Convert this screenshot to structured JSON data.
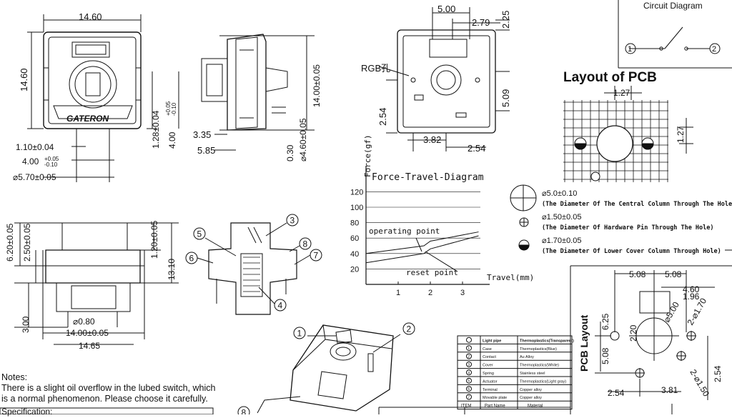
{
  "title_block": {
    "circuit_diagram_title": "Circuit Diagram",
    "layout_pcb_title": "Layout of PCB",
    "pcb_layout_title": "PCB Layout",
    "rgb_label": "RGB孔",
    "brand": "GATERON"
  },
  "front_view": {
    "width": "14.60",
    "height": "14.60",
    "d1": "1.10±0.04",
    "d2": "4.00",
    "d2_tol_up": "+0.05",
    "d2_tol_dn": "-0.10",
    "d3": "⌀5.70±0.05",
    "d4": "1.28±0.04",
    "d5": "4.00",
    "d5_tol_up": "+0.05",
    "d5_tol_dn": "-0.10"
  },
  "side_view": {
    "d1": "3.35",
    "d2": "5.85",
    "d3": "0.30",
    "d4": "⌀4.60±0.05",
    "d5": "14.00±0.05"
  },
  "top_view": {
    "d1": "5.00",
    "d2": "2.79",
    "d3": "2.25",
    "d4": "5.09",
    "d5": "2.54",
    "d6": "3.82",
    "d7": "2.54"
  },
  "bottom_view": {
    "d1": "6.20±0.05",
    "d2": "2.50±0.05",
    "d3": "1.20±0.05",
    "d4": "13.10",
    "d5": "3.00",
    "d6": "⌀0.80",
    "d7": "14.00±0.05",
    "d8": "14.65"
  },
  "pcb_grid": {
    "d1": "1.27",
    "d2": "1.27"
  },
  "hole_legend": [
    {
      "size": "⌀5.0±0.10",
      "desc": "(The Diameter Of The Central Column Through The Hole)"
    },
    {
      "size": "⌀1.50±0.05",
      "desc": "(The Diameter Of Hardware Pin Through The Hole)"
    },
    {
      "size": "⌀1.70±0.05",
      "desc": "(The Diameter Of Lower Cover Column Through Hole)"
    }
  ],
  "pcb_layout": {
    "d1": "5.08",
    "d2": "5.08",
    "d3": "4.60",
    "d4": "1.96",
    "d5": "6.25",
    "d6": "2.20",
    "d7": "⌀5.00",
    "d8": "2-⌀1.70",
    "d9": "5.08",
    "d10": "2.54",
    "d11": "3.81",
    "d12": "2-⌀1.50",
    "d13": "2.54"
  },
  "force_diagram": {
    "title": "Force-Travel-Diagram",
    "ylabel": "Force(gf)",
    "xlabel": "Travel(mm)",
    "operating_label": "operating point",
    "reset_label": "reset point"
  },
  "chart_data": {
    "type": "line",
    "title": "Force-Travel-Diagram",
    "xlabel": "Travel(mm)",
    "ylabel": "Force(gf)",
    "ylim": [
      0,
      120
    ],
    "xlim": [
      0,
      3.5
    ],
    "yticks": [
      20,
      40,
      60,
      80,
      100,
      120
    ],
    "xticks": [
      1,
      2,
      3
    ],
    "series": [
      {
        "x": [
          0,
          1.8,
          2.0,
          3.5
        ],
        "y": [
          40,
          50,
          56,
          68
        ]
      },
      {
        "x": [
          0,
          1.8,
          2.0,
          3.5
        ],
        "y": [
          28,
          40,
          46,
          63
        ]
      }
    ]
  },
  "balloons": [
    "1",
    "2",
    "3",
    "4",
    "5",
    "6",
    "7",
    "8"
  ],
  "circuit_nodes": [
    "1",
    "2"
  ],
  "materials_table": {
    "headers": [
      "ITEM",
      "Part Name",
      "Material"
    ],
    "head_row": [
      "Light pipe",
      "Thermoplastics(Transparent)"
    ],
    "rows": [
      {
        "item": "1",
        "part": "Case",
        "material": "Thermoplastics(Blue)"
      },
      {
        "item": "2",
        "part": "Contact",
        "material": "Au Alloy"
      },
      {
        "item": "3",
        "part": "Cover",
        "material": "Thermoplastics(White)"
      },
      {
        "item": "4",
        "part": "Spring",
        "material": "Stainless steel"
      },
      {
        "item": "5",
        "part": "Actuator",
        "material": "Thermoplastics(Light gray)"
      },
      {
        "item": "6",
        "part": "Terminal",
        "material": "Copper alloy"
      },
      {
        "item": "7",
        "part": "Movable plate",
        "material": "Copper alloy"
      }
    ]
  },
  "notes": {
    "heading": "Notes:",
    "line1": "There is a slight oil overflow in the lubed switch, which",
    "line2": "is a normal phenomenon. Please choose it carefully."
  },
  "spec_label": "Specification:"
}
